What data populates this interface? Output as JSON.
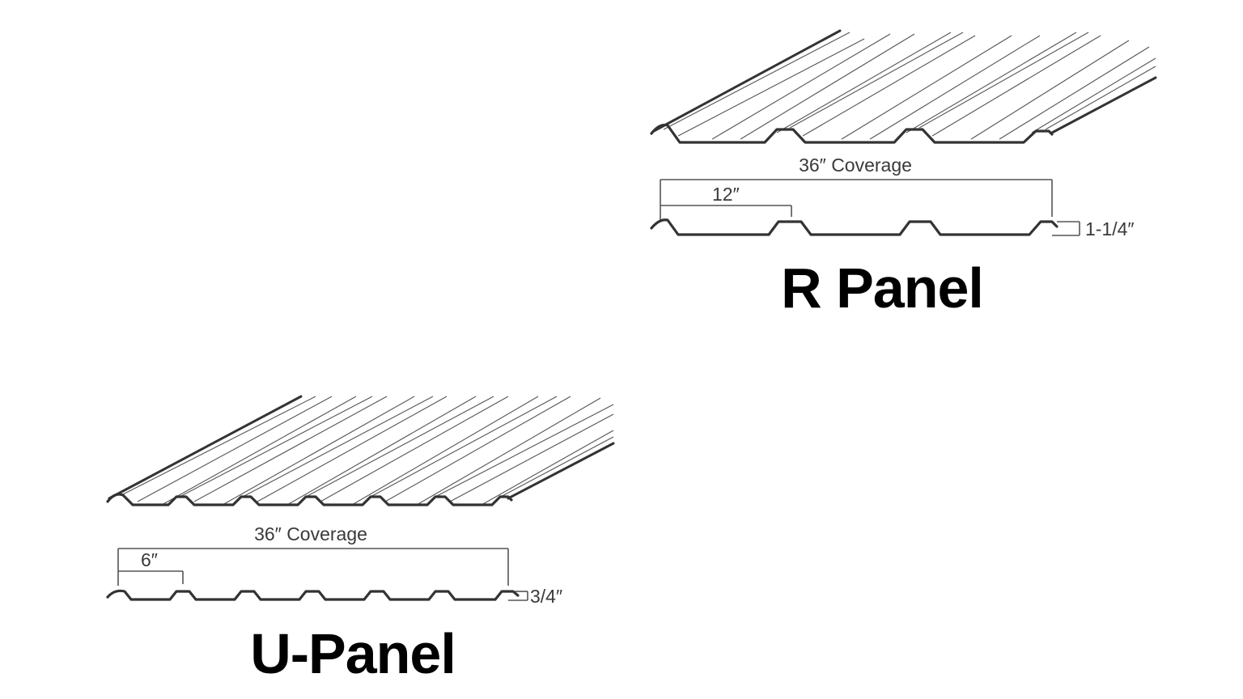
{
  "colors": {
    "background": "#ffffff",
    "line": "#333333",
    "text": "#3a3a3a",
    "title": "#000000"
  },
  "r_panel": {
    "title": "R Panel",
    "coverage_label": "36″ Coverage",
    "rib_spacing_label": "12″",
    "rib_height_label": "1-1/4″"
  },
  "u_panel": {
    "title": "U-Panel",
    "coverage_label": "36″ Coverage",
    "rib_spacing_label": "6″",
    "rib_height_label": "3/4″"
  }
}
